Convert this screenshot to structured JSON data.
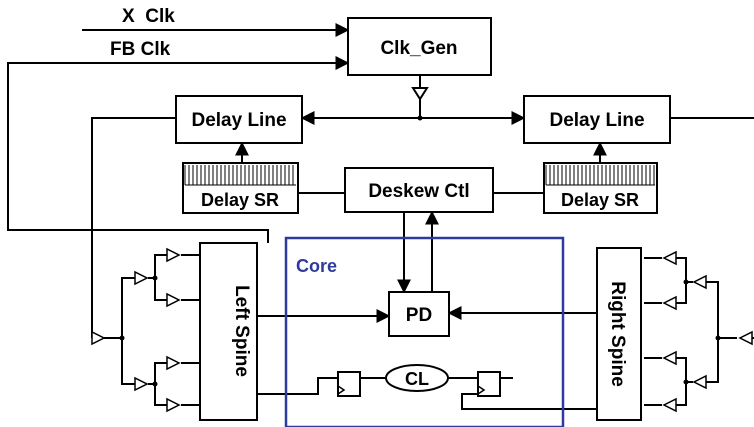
{
  "signals": {
    "x_clk": "X  Clk",
    "fb_clk": "FB Clk"
  },
  "blocks": {
    "clk_gen": "Clk_Gen",
    "delay_line_left": "Delay Line",
    "delay_line_right": "Delay Line",
    "delay_sr_left": "Delay SR",
    "delay_sr_right": "Delay SR",
    "deskew_ctl": "Deskew Ctl",
    "left_spine": "Left Spine",
    "right_spine": "Right Spine",
    "core": "Core",
    "pd": "PD",
    "cl": "CL"
  },
  "colors": {
    "core_border": "#2e3a9c",
    "core_label": "#2e3a9c",
    "line": "#000000"
  }
}
